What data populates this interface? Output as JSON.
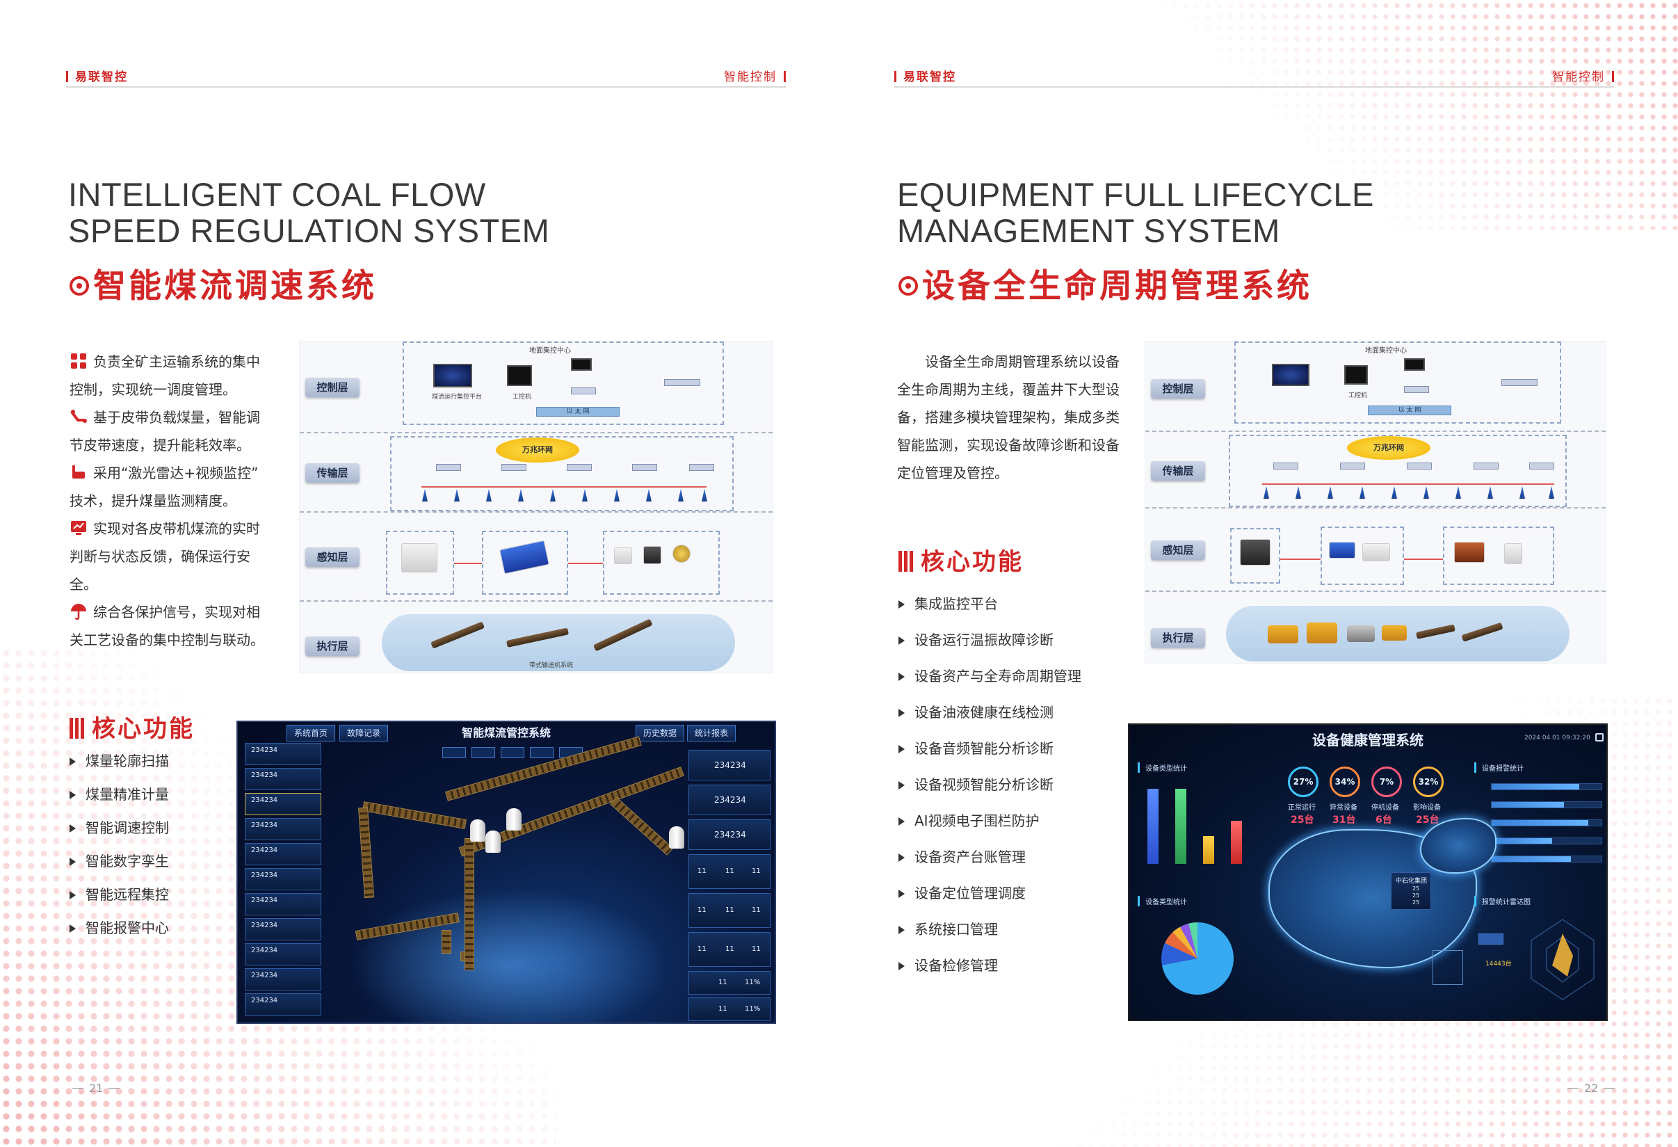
{
  "left": {
    "header": {
      "brand": "易联智控",
      "section": "智能控制"
    },
    "title_en_1": "INTELLIGENT COAL FLOW",
    "title_en_2": "SPEED REGULATION SYSTEM",
    "title_cn": "智能煤流调速系统",
    "features": [
      {
        "icon": "grid-icon",
        "line1": "负责全矿主运输系统的集中",
        "line2": "控制，实现统一调度管理。"
      },
      {
        "icon": "conveyor-icon",
        "line1": "基于皮带负载煤量，智能调",
        "line2": "节皮带速度，提升能耗效率。"
      },
      {
        "icon": "radar-icon",
        "line1": "采用“激光雷达+视频监控”",
        "line2": "技术，提升煤量监测精度。"
      },
      {
        "icon": "monitor-icon",
        "line1": "实现对各皮带机煤流的实时",
        "line2": "判断与状态反馈，确保运行安",
        "line3": "全。"
      },
      {
        "icon": "umbrella-icon",
        "line1": "综合各保护信号，实现对相",
        "line2": "关工艺设备的集中控制与联动。"
      }
    ],
    "diagram": {
      "top_label": "地面集控中心",
      "layers": [
        "控制层",
        "传输层",
        "感知层",
        "执行层"
      ],
      "ethernet": "以 太 网",
      "ring": "万兆环网",
      "workstation": "工控机",
      "platform": "煤流运行集控平台",
      "exec_caption": "带式输送机系统"
    },
    "core": {
      "heading": "核心功能",
      "items": [
        "煤量轮廓扫描",
        "煤量精准计量",
        "智能调速控制",
        "智能数字孪生",
        "智能远程集控",
        "智能报警中心"
      ]
    },
    "dashboard": {
      "title": "智能煤流管控系统",
      "tabs": [
        "系统首页",
        "故障记录",
        "历史数据",
        "统计报表"
      ],
      "list_value": "234234",
      "stat_values": [
        "11",
        "11",
        "11",
        "11%"
      ]
    },
    "page_number": "21"
  },
  "right": {
    "header": {
      "brand": "易联智控",
      "section": "智能控制"
    },
    "title_en_1": "EQUIPMENT FULL LIFECYCLE",
    "title_en_2": "MANAGEMENT SYSTEM",
    "title_cn": "设备全生命周期管理系统",
    "intro": [
      "设备全生命周期管理系统以设备",
      "全生命周期为主线，覆盖井下大型设",
      "备，搭建多模块管理架构，集成多类",
      "智能监测，实现设备故障诊断和设备",
      "定位管理及管控。"
    ],
    "diagram": {
      "top_label": "地面集控中心",
      "layers": [
        "控制层",
        "传输层",
        "感知层",
        "执行层"
      ],
      "ethernet": "以 太 网",
      "ring": "万兆环网",
      "workstation": "工控机"
    },
    "core": {
      "heading": "核心功能",
      "items": [
        "集成监控平台",
        "设备运行温振故障诊断",
        "设备资产与全寿命周期管理",
        "设备油液健康在线检测",
        "设备音频智能分析诊断",
        "设备视频智能分析诊断",
        "AI视频电子围栏防护",
        "设备资产台账管理",
        "设备定位管理调度",
        "系统接口管理",
        "设备检修管理"
      ]
    },
    "dashboard": {
      "title": "设备健康管理系统",
      "datetime": "2024 04 01 09:32:20",
      "stats": [
        {
          "pct": "27%",
          "label": "正常运行",
          "count": "25台"
        },
        {
          "pct": "34%",
          "label": "异常设备",
          "count": "31台"
        },
        {
          "pct": "7%",
          "label": "停机设备",
          "count": "6台"
        },
        {
          "pct": "32%",
          "label": "影响设备",
          "count": "25台"
        }
      ],
      "panel_labels": [
        "设备类型统计",
        "设备报警统计",
        "设备类型统计",
        "报警统计雷达图"
      ],
      "map_label": "中石化集团",
      "map_values": [
        "25",
        "25",
        "25"
      ],
      "legend_value": "14443台"
    },
    "page_number": "22"
  }
}
